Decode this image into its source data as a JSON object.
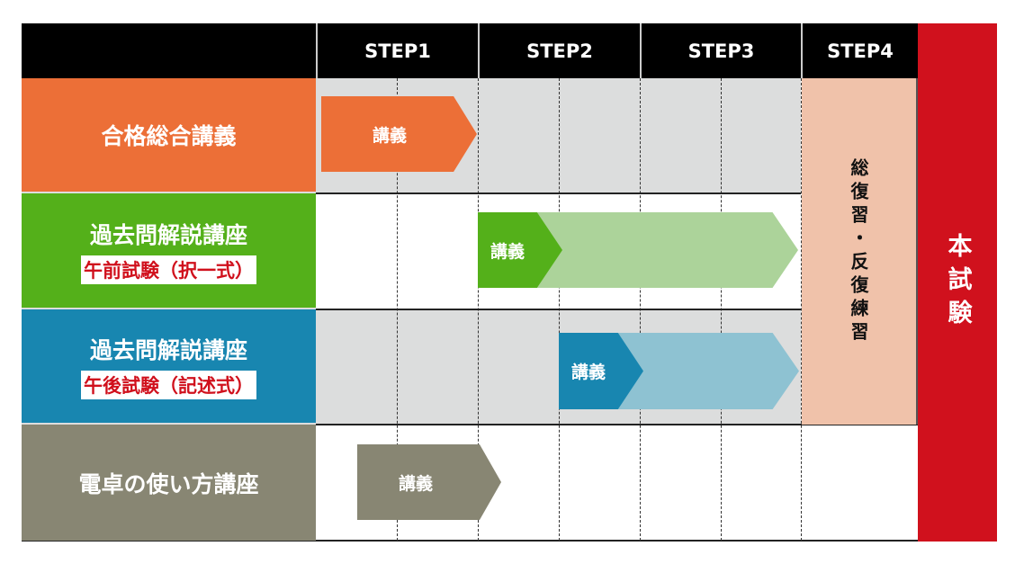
{
  "header": {
    "steps": [
      "STEP1",
      "STEP2",
      "STEP3",
      "STEP4"
    ]
  },
  "rows": [
    {
      "title": "合格総合講義",
      "bar_label": "講義",
      "color": "#ec6f37"
    },
    {
      "title": "過去問解説講座",
      "subtitle": "午前試験（択一式）",
      "bar_label": "講義",
      "color": "#54b01a",
      "light": "#acd39a"
    },
    {
      "title": "過去問解説講座",
      "subtitle": "午後試験（記述式）",
      "bar_label": "講義",
      "color": "#1886b0",
      "light": "#8ec2d2"
    },
    {
      "title": "電卓の使い方講座",
      "bar_label": "講義",
      "color": "#888673"
    }
  ],
  "review": "総復習・反復練習",
  "exam": "本試験"
}
